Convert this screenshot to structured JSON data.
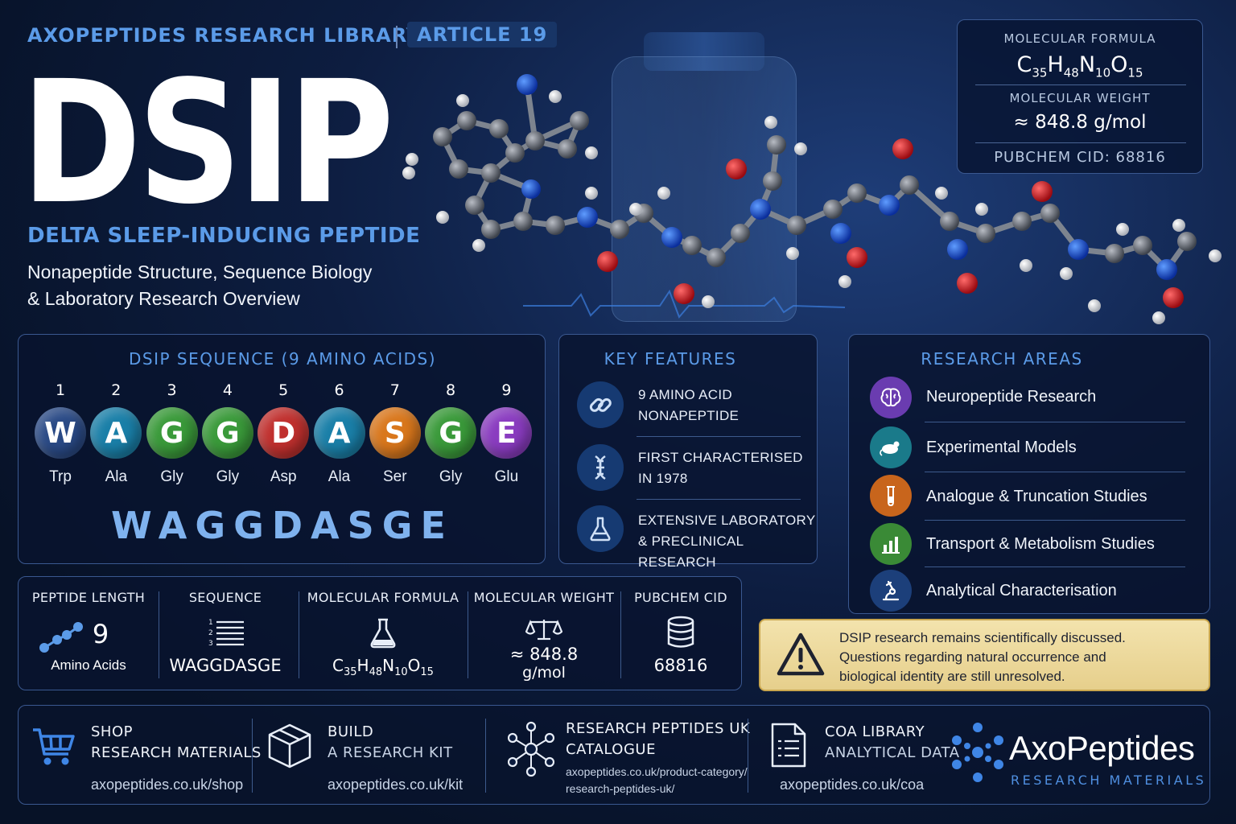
{
  "header": {
    "library": "AXOPEPTIDES RESEARCH LIBRARY",
    "article": "ARTICLE 19",
    "title": "DSIP",
    "subtitle": "DELTA SLEEP-INDUCING PEPTIDE",
    "tagline_1": "Nonapeptide Structure, Sequence Biology",
    "tagline_2": "& Laboratory Research Overview"
  },
  "formula_box": {
    "formula_label": "MOLECULAR FORMULA",
    "formula": {
      "c": "C",
      "c_sub": "35",
      "h": "H",
      "h_sub": "48",
      "n": "N",
      "n_sub": "10",
      "o": "O",
      "o_sub": "15"
    },
    "weight_label": "MOLECULAR WEIGHT",
    "weight": "≈ 848.8 g/mol",
    "pubchem": "PUBCHEM CID: 68816"
  },
  "sequence": {
    "heading": "DSIP SEQUENCE (9 AMINO ACIDS)",
    "residues": [
      {
        "num": "1",
        "letter": "W",
        "name": "Trp",
        "color": "#2a4a86"
      },
      {
        "num": "2",
        "letter": "A",
        "name": "Ala",
        "color": "#1a7fa8"
      },
      {
        "num": "3",
        "letter": "G",
        "name": "Gly",
        "color": "#3a9a3a"
      },
      {
        "num": "4",
        "letter": "G",
        "name": "Gly",
        "color": "#3a9a3a"
      },
      {
        "num": "5",
        "letter": "D",
        "name": "Asp",
        "color": "#c0302e"
      },
      {
        "num": "6",
        "letter": "A",
        "name": "Ala",
        "color": "#1a7fa8"
      },
      {
        "num": "7",
        "letter": "S",
        "name": "Ser",
        "color": "#d9771c"
      },
      {
        "num": "8",
        "letter": "G",
        "name": "Gly",
        "color": "#3a9a3a"
      },
      {
        "num": "9",
        "letter": "E",
        "name": "Glu",
        "color": "#8a3cc0"
      }
    ],
    "full": "WAGGDASGE"
  },
  "key_features": {
    "heading": "KEY FEATURES",
    "items": [
      {
        "line1": "9 AMINO ACID",
        "line2": "NONAPEPTIDE",
        "icon": "link-icon"
      },
      {
        "line1": "FIRST CHARACTERISED",
        "line2": "IN 1978",
        "icon": "dna-icon"
      },
      {
        "line1": "EXTENSIVE LABORATORY",
        "line2": "& PRECLINICAL RESEARCH",
        "icon": "flask-icon"
      }
    ]
  },
  "research_areas": {
    "heading": "RESEARCH AREAS",
    "items": [
      {
        "label": "Neuropeptide Research",
        "icon": "brain-icon",
        "color": "#6a3cb0"
      },
      {
        "label": "Experimental Models",
        "icon": "mouse-icon",
        "color": "#1a7a8a"
      },
      {
        "label": "Analogue & Truncation Studies",
        "icon": "test-tube-icon",
        "color": "#c8651c"
      },
      {
        "label": "Transport & Metabolism Studies",
        "icon": "bar-chart-icon",
        "color": "#3a8a36"
      },
      {
        "label": "Analytical Characterisation",
        "icon": "microscope-icon",
        "color": "#1c3f7a"
      }
    ]
  },
  "stats": {
    "length_label": "PEPTIDE LENGTH",
    "length_value": "9",
    "length_unit": "Amino Acids",
    "sequence_label": "SEQUENCE",
    "sequence_value": "WAGGDASGE",
    "formula_label": "MOLECULAR FORMULA",
    "formula": {
      "c": "C",
      "c_sub": "35",
      "h": "H",
      "h_sub": "48",
      "n": "N",
      "n_sub": "10",
      "o": "O",
      "o_sub": "15"
    },
    "weight_label": "MOLECULAR WEIGHT",
    "weight_line1": "≈ 848.8",
    "weight_line2": "g/mol",
    "cid_label": "PUBCHEM CID",
    "cid_value": "68816"
  },
  "warning": {
    "line1": "DSIP research remains scientifically discussed.",
    "line2": "Questions regarding natural occurrence and",
    "line3": "biological identity are still unresolved."
  },
  "footer": {
    "shop_h1": "SHOP",
    "shop_h2": "RESEARCH MATERIALS",
    "shop_url": "axopeptides.co.uk/shop",
    "kit_h1": "BUILD",
    "kit_h2": "A RESEARCH KIT",
    "kit_url": "axopeptides.co.uk/kit",
    "cat_h1": "RESEARCH PEPTIDES UK",
    "cat_h2": "CATALOGUE",
    "cat_url1": "axopeptides.co.uk/product-category/",
    "cat_url2": "research-peptides-uk/",
    "coa_h1": "COA LIBRARY",
    "coa_h2": "ANALYTICAL DATA",
    "coa_url": "axopeptides.co.uk/coa",
    "brand": "AxoPeptides",
    "brand_sub": "RESEARCH MATERIALS"
  },
  "colors": {
    "accent": "#5b9be8",
    "background": "#0d1d40",
    "warning_bg": "#f3e3ad"
  }
}
